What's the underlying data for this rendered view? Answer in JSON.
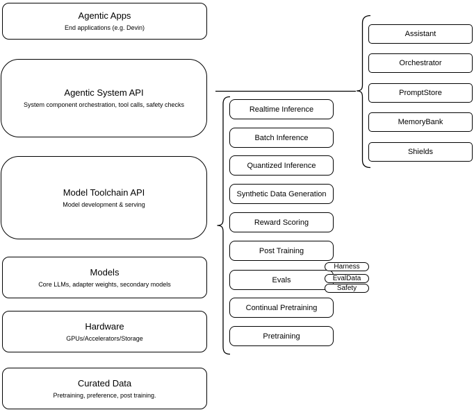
{
  "diagram": {
    "left_column": [
      {
        "title": "Agentic Apps",
        "subtitle": "End applications (e.g. Devin)"
      },
      {
        "title": "Agentic System API",
        "subtitle": "System component orchestration, tool calls, safety checks"
      },
      {
        "title": "Model Toolchain API",
        "subtitle": "Model development & serving"
      },
      {
        "title": "Models",
        "subtitle": "Core LLMs, adapter weights, secondary models"
      },
      {
        "title": "Hardware",
        "subtitle": "GPUs/Accelerators/Storage"
      },
      {
        "title": "Curated Data",
        "subtitle": "Pretraining, preference, post training."
      }
    ],
    "middle_column": [
      "Realtime Inference",
      "Batch Inference",
      "Quantized Inference",
      "Synthetic Data Generation",
      "Reward Scoring",
      "Post Training",
      "Evals",
      "Continual Pretraining",
      "Pretraining"
    ],
    "eval_tags": [
      "Harness",
      "EvalData",
      "Safety"
    ],
    "right_column": [
      "Assistant",
      "Orchestrator",
      "PromptStore",
      "MemoryBank",
      "Shields"
    ]
  },
  "colors": {
    "stroke": "#000000",
    "fill": "#ffffff",
    "text": "#000000"
  }
}
